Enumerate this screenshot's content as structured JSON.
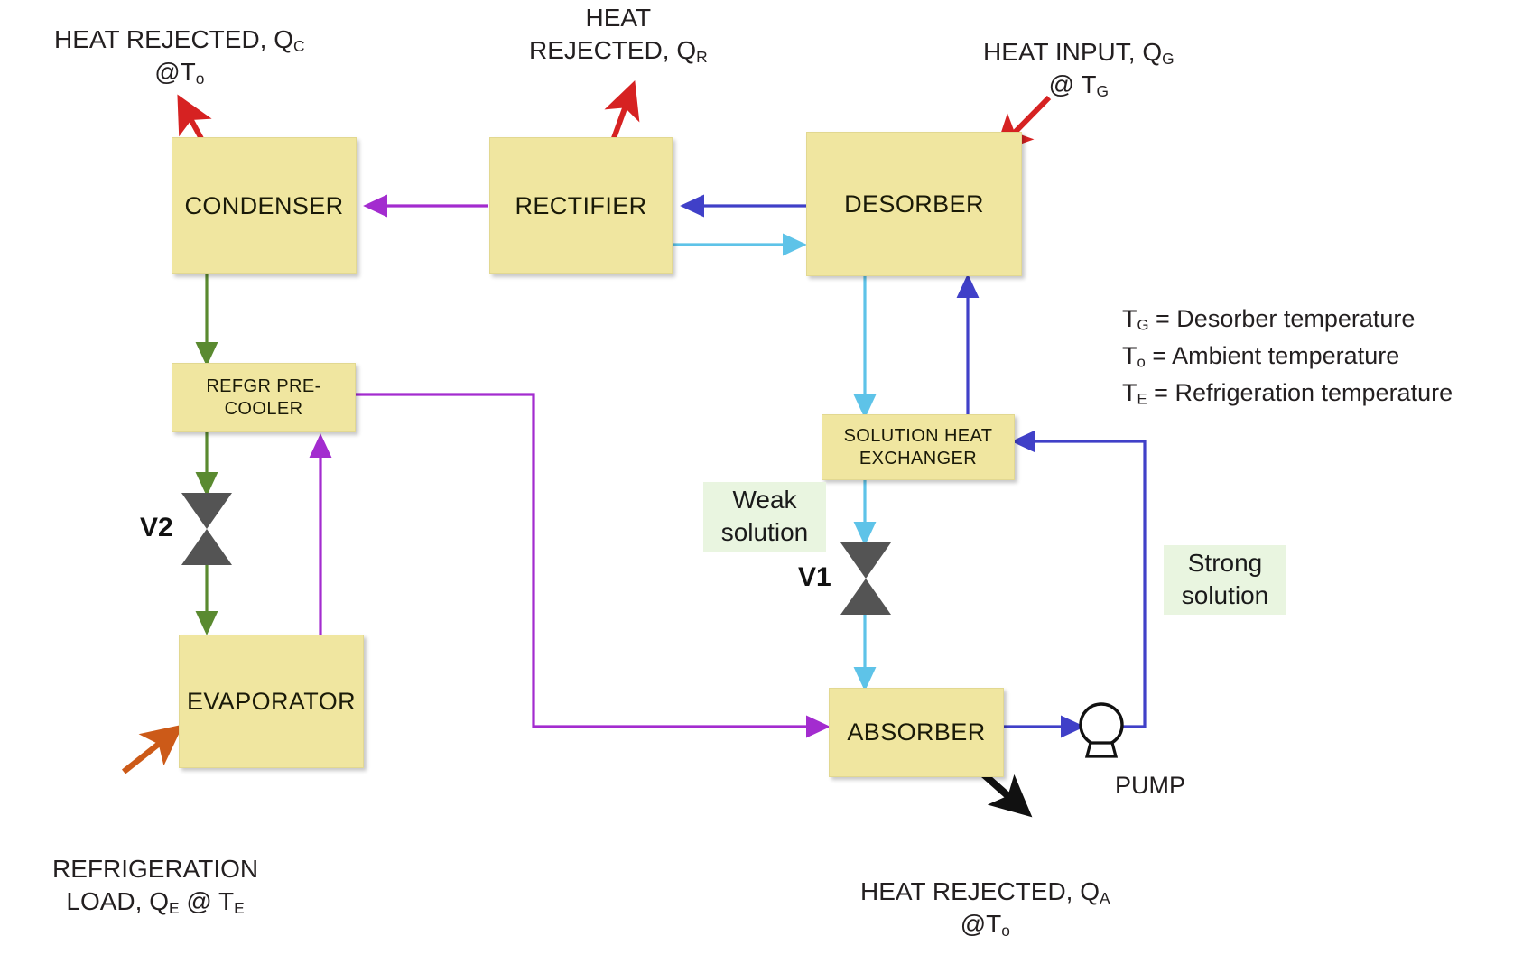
{
  "diagram": {
    "title": "Absorption refrigeration cycle schematic",
    "colors": {
      "box_fill": "#f0e6a0",
      "vapor_purple": "#a32ccf",
      "strong_blue": "#4040c8",
      "weak_cyan": "#5ec3e8",
      "liquid_green": "#5a8a30",
      "heat_red": "#d62222",
      "load_orange": "#cc5a18",
      "reject_black": "#111111",
      "tag_bg": "#e9f5e0"
    }
  },
  "nodes": {
    "condenser": "CONDENSER",
    "rectifier": "RECTIFIER",
    "desorber": "DESORBER",
    "precooler_line1": "REFGR PRE-",
    "precooler_line2": "COOLER",
    "shx_line1": "SOLUTION HEAT",
    "shx_line2": "EXCHANGER",
    "evaporator": "EVAPORATOR",
    "absorber": "ABSORBER"
  },
  "valves": {
    "v1": "V1",
    "v2": "V2"
  },
  "pump": {
    "label": "PUMP"
  },
  "tags": {
    "weak_line1": "Weak",
    "weak_line2": "solution",
    "strong_line1": "Strong",
    "strong_line2": "solution"
  },
  "annotations": {
    "heat_rejected_qc_line1_pre": "HEAT REJECTED, Q",
    "heat_rejected_qc_line1_sub": "C",
    "heat_rejected_qc_line2_pre": "@T",
    "heat_rejected_qc_line2_sub": "o",
    "heat_rejected_qr_line1": "HEAT",
    "heat_rejected_qr_line2_pre": "REJECTED, Q",
    "heat_rejected_qr_line2_sub": "R",
    "heat_input_qg_line1_pre": "HEAT INPUT, Q",
    "heat_input_qg_line1_sub": "G",
    "heat_input_qg_line2_pre": "@ T",
    "heat_input_qg_line2_sub": "G",
    "refrigeration_load_line1": "REFRIGERATION",
    "refrigeration_load_line2_a": "LOAD, Q",
    "refrigeration_load_line2_sub1": "E",
    "refrigeration_load_line2_b": " @ T",
    "refrigeration_load_line2_sub2": "E",
    "heat_rejected_qa_line1_pre": "HEAT REJECTED, Q",
    "heat_rejected_qa_line1_sub": "A",
    "heat_rejected_qa_line2_pre": "@T",
    "heat_rejected_qa_line2_sub": "o"
  },
  "legend": {
    "tg_sym": "T",
    "tg_sub": "G",
    "tg_text": " = Desorber temperature",
    "to_sym": "T",
    "to_sub": "o",
    "to_text": " = Ambient temperature",
    "te_sym": "T",
    "te_sub": "E",
    "te_text": " = Refrigeration  temperature"
  }
}
